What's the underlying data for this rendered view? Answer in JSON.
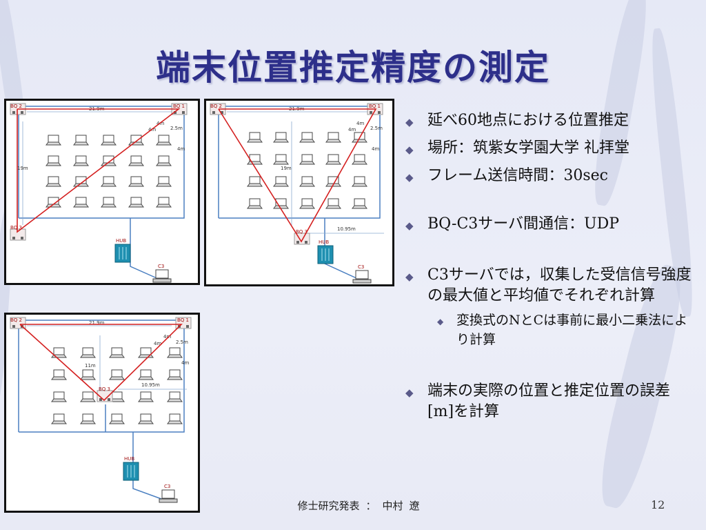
{
  "slide": {
    "title": "端末位置推定精度の測定",
    "footer": "修士研究発表 ： 中村 遼",
    "page_number": "12"
  },
  "diagram_labels": {
    "bq1": "BQ 1",
    "bq2": "BQ 2",
    "bq3": "BQ 3",
    "hub": "HUB",
    "c3": "C3",
    "width": "21.9m",
    "d4a": "4m",
    "d4b": "4m",
    "d25": "2.5m",
    "depth": "19m",
    "hub_offset": "10.95m",
    "center": "11m"
  },
  "bullets": [
    {
      "text": "延べ60地点における位置推定"
    },
    {
      "text": "場所：筑紫女学園大学 礼拝堂"
    },
    {
      "text": "フレーム送信時間：30sec"
    },
    {
      "text": "BQ-C3サーバ間通信：UDP"
    },
    {
      "text": "C3サーバでは，収集した受信信号強度の最大値と平均値でそれぞれ計算"
    },
    {
      "text": "変換式のNとCは事前に最小二乗法により計算"
    },
    {
      "text": "端末の実際の位置と推定位置の誤差[m]を計算"
    }
  ],
  "colors": {
    "title": "#2d2f8a",
    "route": "#d42020",
    "cable": "#4a7fc1",
    "hub": "#1e8fb0"
  }
}
